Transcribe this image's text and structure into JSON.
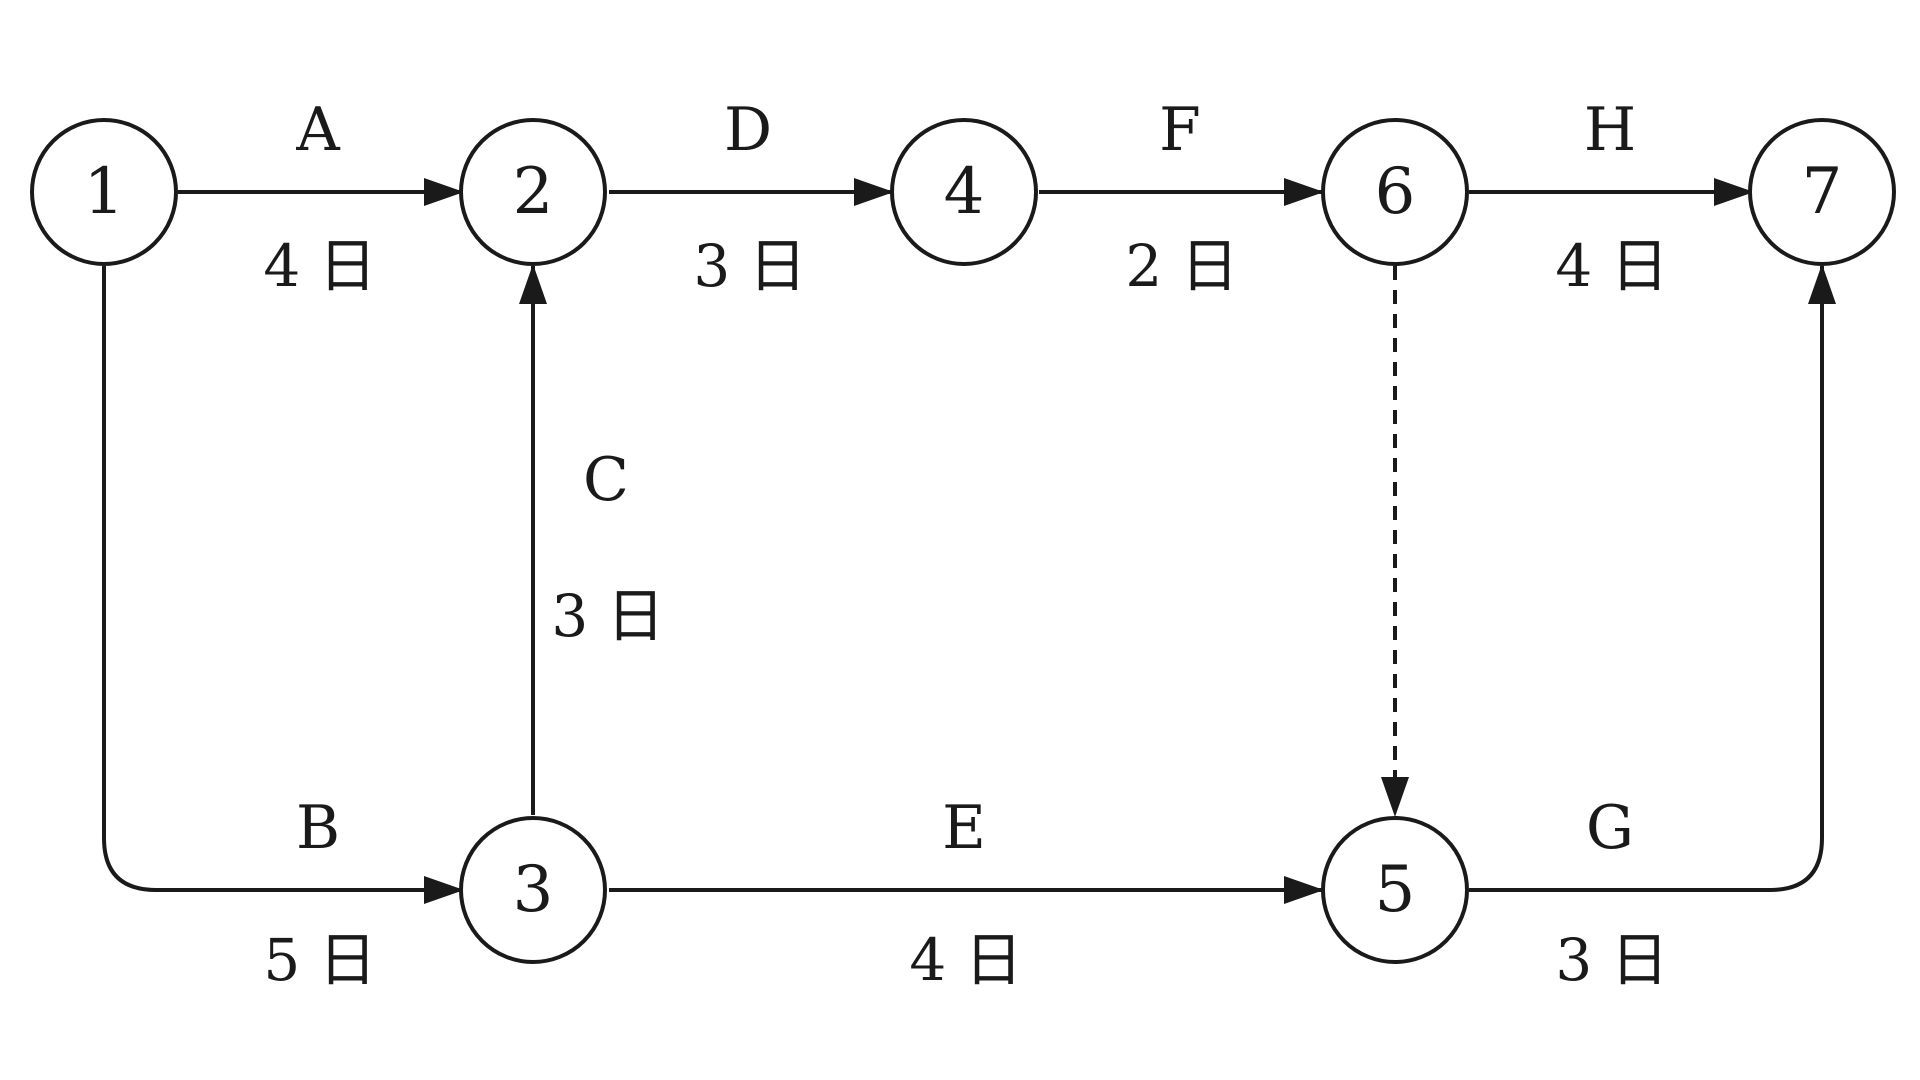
{
  "colors": {
    "stroke": "#1a1a1a",
    "background": "#ffffff"
  },
  "nodes": [
    {
      "id": "n1",
      "label": "1"
    },
    {
      "id": "n2",
      "label": "2"
    },
    {
      "id": "n3",
      "label": "3"
    },
    {
      "id": "n4",
      "label": "4"
    },
    {
      "id": "n5",
      "label": "5"
    },
    {
      "id": "n6",
      "label": "6"
    },
    {
      "id": "n7",
      "label": "7"
    }
  ],
  "edges": [
    {
      "id": "A",
      "from": "1",
      "to": "2",
      "task": "A",
      "duration": "4 日",
      "style": "solid"
    },
    {
      "id": "B",
      "from": "1",
      "to": "3",
      "task": "B",
      "duration": "5 日",
      "style": "solid"
    },
    {
      "id": "C",
      "from": "3",
      "to": "2",
      "task": "C",
      "duration": "3 日",
      "style": "solid"
    },
    {
      "id": "D",
      "from": "2",
      "to": "4",
      "task": "D",
      "duration": "3 日",
      "style": "solid"
    },
    {
      "id": "E",
      "from": "3",
      "to": "5",
      "task": "E",
      "duration": "4 日",
      "style": "solid"
    },
    {
      "id": "F",
      "from": "4",
      "to": "6",
      "task": "F",
      "duration": "2 日",
      "style": "solid"
    },
    {
      "id": "G",
      "from": "5",
      "to": "7",
      "task": "G",
      "duration": "3 日",
      "style": "solid"
    },
    {
      "id": "H",
      "from": "6",
      "to": "7",
      "task": "H",
      "duration": "4 日",
      "style": "solid"
    },
    {
      "id": "dummy",
      "from": "6",
      "to": "5",
      "task": "",
      "duration": "",
      "style": "dashed"
    }
  ]
}
